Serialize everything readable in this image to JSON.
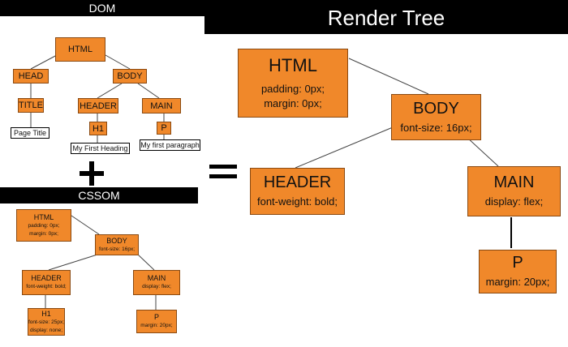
{
  "headings": {
    "dom": "DOM",
    "render_tree": "Render Tree",
    "cssom": "CSSOM"
  },
  "operators": {
    "plus": "+",
    "equals": "="
  },
  "dom": {
    "html": "HTML",
    "head": "HEAD",
    "body": "BODY",
    "title": "TITLE",
    "header": "HEADER",
    "main": "MAIN",
    "h1": "H1",
    "p": "P",
    "title_text": "Page Title",
    "h1_text": "My First Heading",
    "p_text": "My first paragraph"
  },
  "cssom": {
    "html": {
      "name": "HTML",
      "props": [
        "padding: 0px;",
        "margin: 0px;"
      ]
    },
    "body": {
      "name": "BODY",
      "props": [
        "font-size: 16px;"
      ]
    },
    "header": {
      "name": "HEADER",
      "props": [
        "font-weight: bold;"
      ]
    },
    "main": {
      "name": "MAIN",
      "props": [
        "display: flex;"
      ]
    },
    "h1": {
      "name": "H1",
      "props": [
        "font-size: 25px;",
        "display: none;"
      ]
    },
    "p": {
      "name": "P",
      "props": [
        "margin: 20px;"
      ]
    }
  },
  "render_tree": {
    "html": {
      "name": "HTML",
      "props": [
        "padding: 0px;",
        "margin: 0px;"
      ]
    },
    "body": {
      "name": "BODY",
      "props": [
        "font-size: 16px;"
      ]
    },
    "header": {
      "name": "HEADER",
      "props": [
        "font-weight: bold;"
      ]
    },
    "main": {
      "name": "MAIN",
      "props": [
        "display: flex;"
      ]
    },
    "p": {
      "name": "P",
      "props": [
        "margin: 20px;"
      ]
    }
  },
  "colors": {
    "node_fill": "#f0882a",
    "node_border": "#8a4a12",
    "banner": "#000000",
    "banner_text": "#ffffff"
  }
}
